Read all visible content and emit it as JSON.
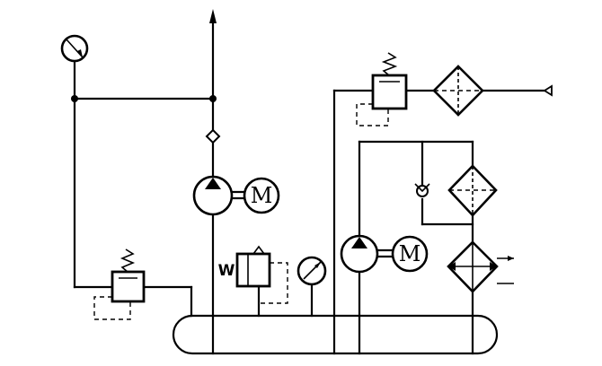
{
  "motor_label": "M",
  "motor_label_2": "M",
  "solenoid_label": "W"
}
